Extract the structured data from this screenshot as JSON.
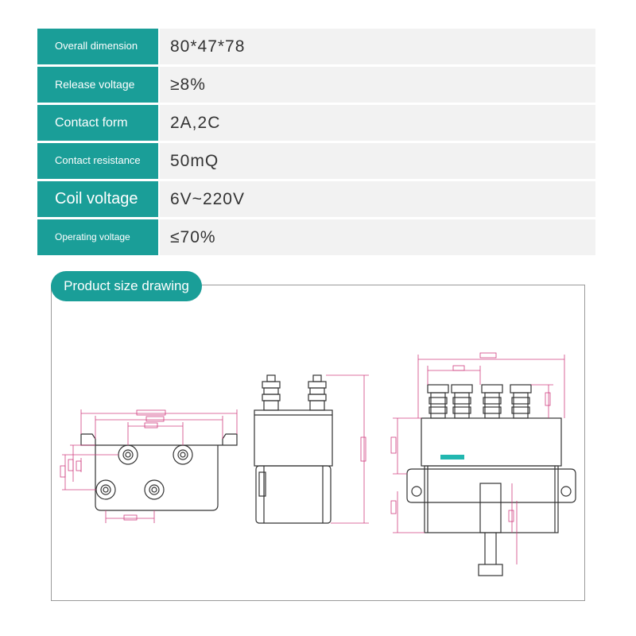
{
  "specs": [
    {
      "label": "Overall dimension",
      "value": "80*47*78"
    },
    {
      "label": "Release voltage",
      "value": "≥8%"
    },
    {
      "label": "Contact form",
      "value": "2A,2C"
    },
    {
      "label": "Contact resistance",
      "value": "50mQ"
    },
    {
      "label": "Coil voltage",
      "value": "6V~220V"
    },
    {
      "label": "Operating voltage",
      "value": "≤70%"
    }
  ],
  "drawing": {
    "title": "Product size drawing"
  },
  "colors": {
    "accent": "#1a9e98",
    "row_bg": "#f2f2f2",
    "dimension_line": "#d04080",
    "outline": "#333333"
  }
}
